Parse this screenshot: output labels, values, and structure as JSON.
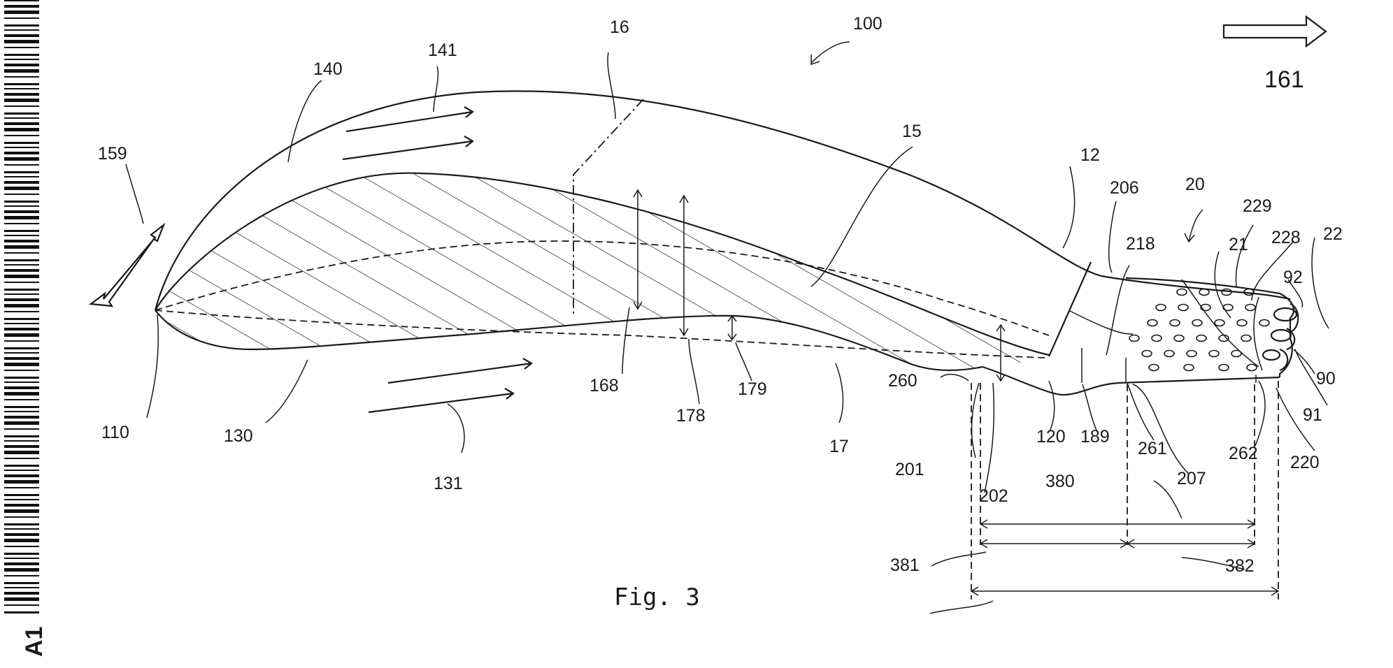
{
  "figure": {
    "caption": "Fig. 3",
    "labels": {
      "l100": "100",
      "l16": "16",
      "l141": "141",
      "l140": "140",
      "l161": "161",
      "l159": "159",
      "l15": "15",
      "l12": "12",
      "l206": "206",
      "l20": "20",
      "l229": "229",
      "l228": "228",
      "l22": "22",
      "l218": "218",
      "l21": "21",
      "l92": "92",
      "l90": "90",
      "l91": "91",
      "l220": "220",
      "l262": "262",
      "l207": "207",
      "l261": "261",
      "l189": "189",
      "l120": "120",
      "l201": "201",
      "l202": "202",
      "l260": "260",
      "l380": "380",
      "l381": "381",
      "l382": "382",
      "l110": "110",
      "l130": "130",
      "l131": "131",
      "l168": "168",
      "l178": "178",
      "l179": "179",
      "l17": "17"
    },
    "margin_text": "A1"
  }
}
